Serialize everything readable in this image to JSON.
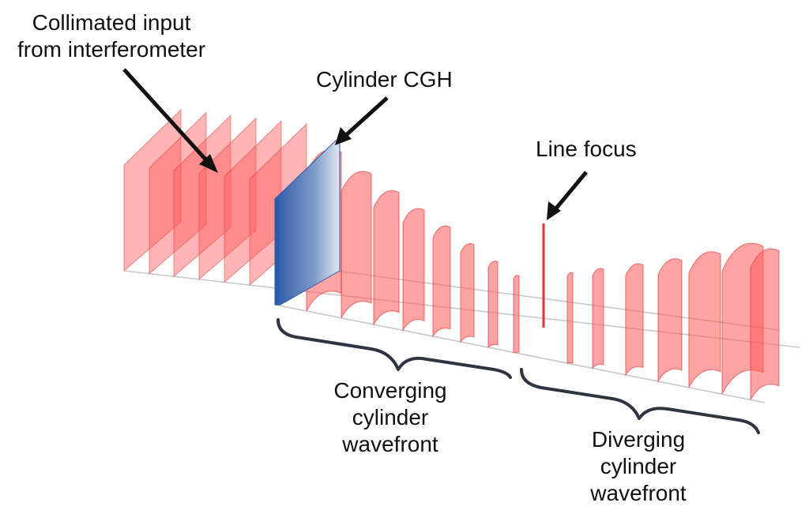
{
  "labels": {
    "collimated": [
      "Collimated input",
      "from interferometer"
    ],
    "cgh": [
      "Cylinder CGH"
    ],
    "line_focus": [
      "Line focus"
    ],
    "converging": [
      "Converging",
      "cylinder",
      "wavefront"
    ],
    "diverging": [
      "Diverging",
      "cylinder",
      "wavefront"
    ]
  },
  "colors": {
    "wavefront_fill": "#ff5a5a",
    "wavefront_edge": "#e63232",
    "cgh_blue": "#2d5aa8",
    "brace": "#2e3442",
    "axis": "#c8c8c8"
  }
}
